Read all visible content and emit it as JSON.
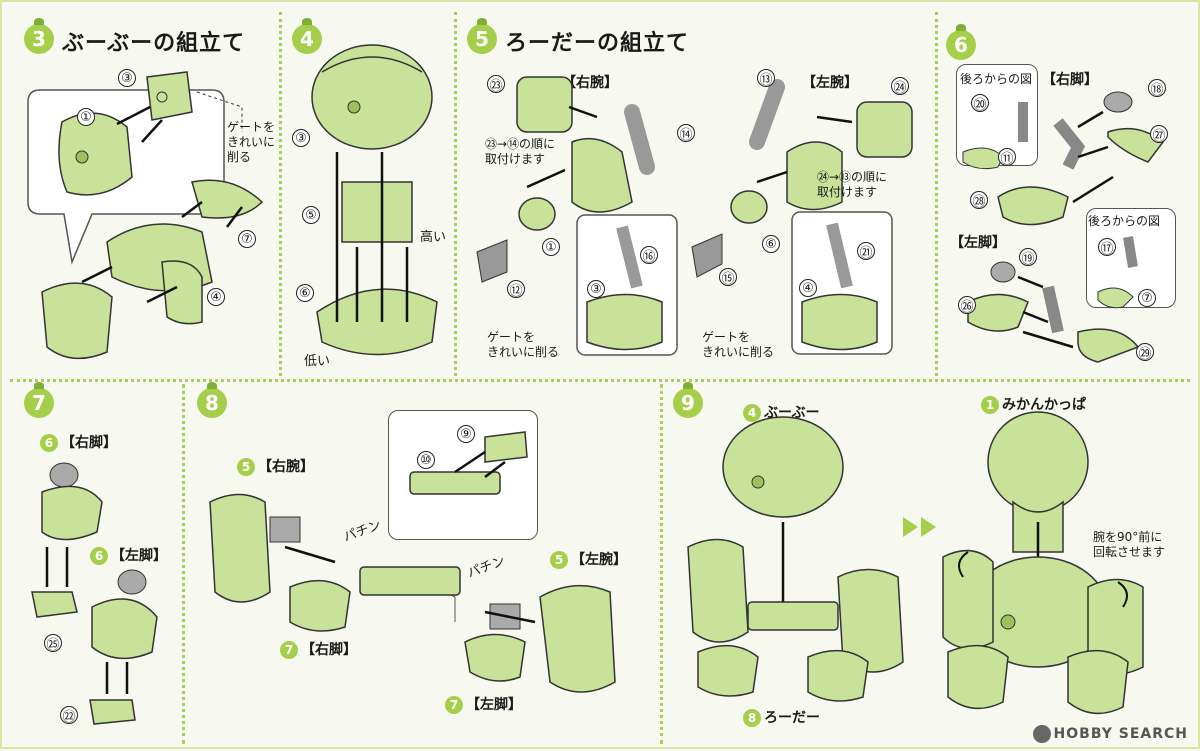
{
  "colors": {
    "part_green": "#c9e29a",
    "part_green_dark": "#9cc35a",
    "part_gray": "#9a9a9a",
    "accent": "#a5cf4a",
    "dotted_divider": "#a8cf5a"
  },
  "step3": {
    "badge": "3",
    "title": "ぶーぶーの組立て",
    "note": "ゲートを\nきれいに\n削る",
    "parts": [
      "③",
      "①",
      "⑦",
      "④"
    ]
  },
  "step4": {
    "badge": "4",
    "parts": [
      "③",
      "⑤",
      "⑥"
    ],
    "high": "高い",
    "low": "低い"
  },
  "step5": {
    "badge": "5",
    "title": "ろーだーの組立て",
    "right_arm": "【右腕】",
    "left_arm": "【左腕】",
    "note_right": "㉓→⑭の順に\n取付けます",
    "note_left": "㉔→⑬の順に\n取付けます",
    "gate_note_1": "ゲートを\nきれいに削る",
    "gate_note_2": "ゲートを\nきれいに削る",
    "parts": [
      "㉓",
      "⑭",
      "①",
      "⑫",
      "⑯",
      "③",
      "⑬",
      "㉔",
      "⑥",
      "⑮",
      "㉑",
      "④"
    ]
  },
  "step6": {
    "badge": "6",
    "rear_view_1": "後ろからの図",
    "rear_view_2": "後ろからの図",
    "right_leg": "【右脚】",
    "left_leg": "【左脚】",
    "parts": [
      "⑳",
      "⑪",
      "⑱",
      "㉗",
      "㉘",
      "⑲",
      "㉖",
      "⑰",
      "⑦",
      "㉙"
    ]
  },
  "step7": {
    "badge": "7",
    "ref_badge_1": "6",
    "right_leg": "【右脚】",
    "ref_badge_2": "6",
    "left_leg": "【左脚】",
    "parts": [
      "㉕",
      "㉒"
    ]
  },
  "step8": {
    "badge": "8",
    "ref_right_arm_badge": "5",
    "right_arm": "【右腕】",
    "ref_right_leg_badge": "7",
    "right_leg": "【右脚】",
    "ref_left_arm_badge": "5",
    "left_arm": "【左腕】",
    "ref_left_leg_badge": "7",
    "left_leg": "【左脚】",
    "snap_1": "パチン",
    "snap_2": "パチン",
    "parts": [
      "⑨",
      "⑩"
    ]
  },
  "step9": {
    "badge": "9",
    "ref_boo_badge": "4",
    "boo": "ぶーぶー",
    "ref_roder_badge": "8",
    "roder": "ろーだー",
    "ref_kappa_badge": "1",
    "kappa": "みかんかっぱ",
    "rotate_note": "腕を90°前に\n回転させます"
  },
  "watermark": "HOBBY SEARCH"
}
